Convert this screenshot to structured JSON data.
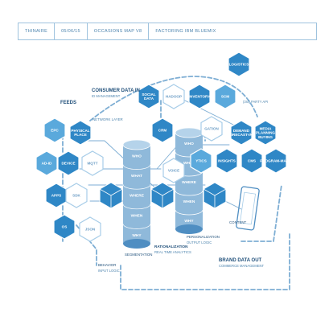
{
  "header": {
    "items": [
      "THINAIRE",
      "05/06/15",
      "OCCASIONS MAP V8",
      "FACTORING IBM BLUEMIX"
    ]
  },
  "colors": {
    "hex_dark": "#2f87c6",
    "hex_light": "#5aa9dc",
    "hex_outline": "#a8cde8",
    "cylinder": "#8fb9da",
    "cylinder_dark": "#4f8ec2",
    "line": "#7eaed4",
    "label": "#1f4f7a"
  },
  "sections": {
    "feeds": "FEEDS",
    "consumer_data_in": "CONSUMER DATA IN",
    "id_management": "ID MANAGEMENT",
    "network_layer": "NETWORK LAYER",
    "brand_data_out": "BRAND DATA OUT",
    "commerce_management": "COMMERCE MANAGEMENT",
    "segmentation": "SEGMENTATION",
    "rationalization": "RATIONALIZATION",
    "real_time_analytics": "REAL TIME ANALYTICS",
    "personalization": "PERSONALIZATION",
    "output_logic": "OUTPUT LOGIC",
    "behavior": "BEHAVIOR",
    "input_logic": "INPUT LOGIC",
    "content": "CONTENT",
    "third_party_api": "(3rd) PARTY API"
  },
  "feed_nodes": [
    "EPC",
    "PHYSICAL PLACE",
    "AD-ID",
    "DEVICE",
    "APPS",
    "OS"
  ],
  "feed_outline_nodes": [
    "MQTT",
    "SDK",
    "JSON"
  ],
  "top_nodes": [
    "SOCIAL DATA",
    "INVENTORY",
    "CRM",
    "SCM",
    "LOGISTICS"
  ],
  "top_outline_nodes": [
    "HADOOP",
    "GATION"
  ],
  "right_nodes": [
    "DEMAND FORECAST-ING",
    "MEDIA PLANNING BUYING",
    "INSIGHTS",
    "CMS",
    "PROGRAM-MATIC",
    "YTICS"
  ],
  "mid_outline_nodes": [
    "VOICE"
  ],
  "cylinder_left": [
    "WHO",
    "WHAT",
    "WHERE",
    "WHEN",
    "WHY"
  ],
  "cylinder_right": [
    "WHO",
    "WHAT",
    "WHERE",
    "WHEN",
    "WHY"
  ]
}
